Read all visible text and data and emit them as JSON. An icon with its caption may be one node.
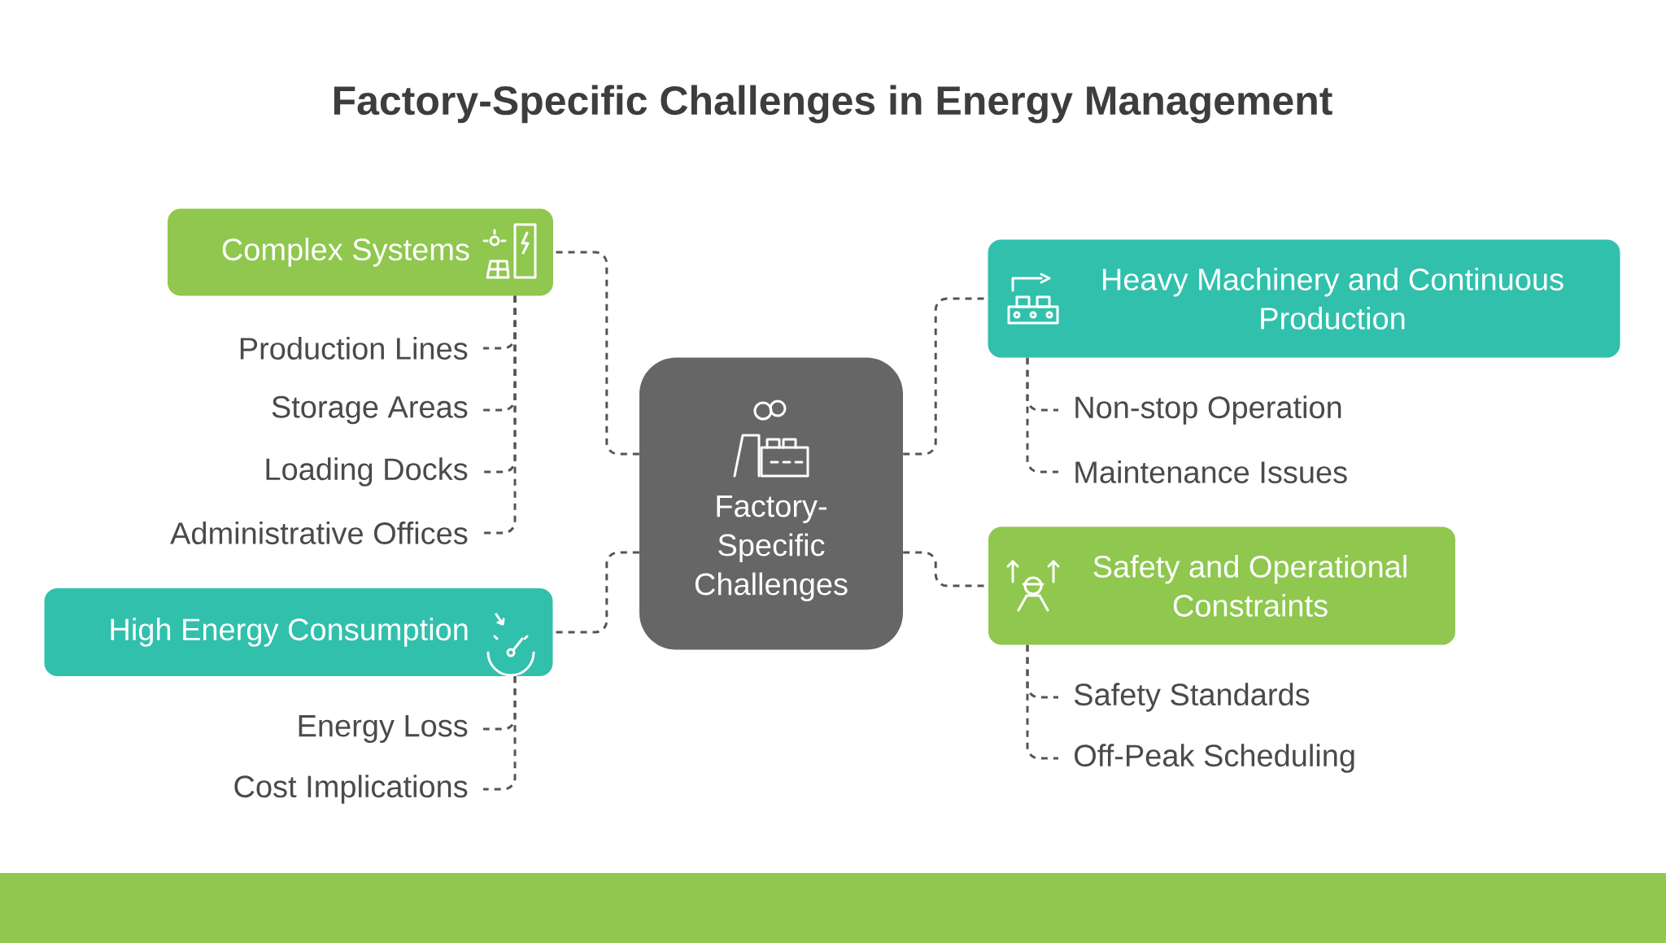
{
  "diagram": {
    "title": "Factory-Specific Challenges in Energy Management",
    "nodes": [
      {
        "text": [
          "Factory-Specific Challenges"
        ]
      },
      {
        "text": [
          "Complex Systems"
        ]
      },
      {
        "text": [
          "Production Lines"
        ]
      },
      {
        "text": [
          "Storage Areas"
        ]
      },
      {
        "text": [
          "Loading Docks"
        ]
      },
      {
        "text": [
          "Administrative Offices"
        ]
      },
      {
        "text": [
          "High Energy Consumption"
        ]
      },
      {
        "text": [
          "Energy Loss"
        ]
      },
      {
        "text": [
          "Cost Implications"
        ]
      },
      {
        "text": [
          "Heavy Machinery and Continuous Production"
        ]
      },
      {
        "text": [
          "Non-stop Operation"
        ]
      },
      {
        "text": [
          "Maintenance Issues"
        ]
      },
      {
        "text": [
          "Safety and Operational Constraints"
        ]
      },
      {
        "text": [
          "Safety Standards"
        ]
      },
      {
        "text": [
          "Off-Peak Scheduling"
        ]
      }
    ],
    "edges": [
      {
        "from": 0,
        "to": 1,
        "arrow": "none"
      },
      {
        "from": 0,
        "to": 6,
        "arrow": "none"
      },
      {
        "from": 0,
        "to": 9,
        "arrow": "none"
      },
      {
        "from": 0,
        "to": 12,
        "arrow": "none"
      },
      {
        "from": 1,
        "to": 2,
        "arrow": "none"
      },
      {
        "from": 1,
        "to": 3,
        "arrow": "none"
      },
      {
        "from": 1,
        "to": 4,
        "arrow": "none"
      },
      {
        "from": 1,
        "to": 5,
        "arrow": "none"
      },
      {
        "from": 6,
        "to": 7,
        "arrow": "none"
      },
      {
        "from": 6,
        "to": 8,
        "arrow": "none"
      },
      {
        "from": 9,
        "to": 10,
        "arrow": "none"
      },
      {
        "from": 9,
        "to": 11,
        "arrow": "none"
      },
      {
        "from": 12,
        "to": 13,
        "arrow": "none"
      },
      {
        "from": 12,
        "to": 14,
        "arrow": "none"
      }
    ]
  }
}
